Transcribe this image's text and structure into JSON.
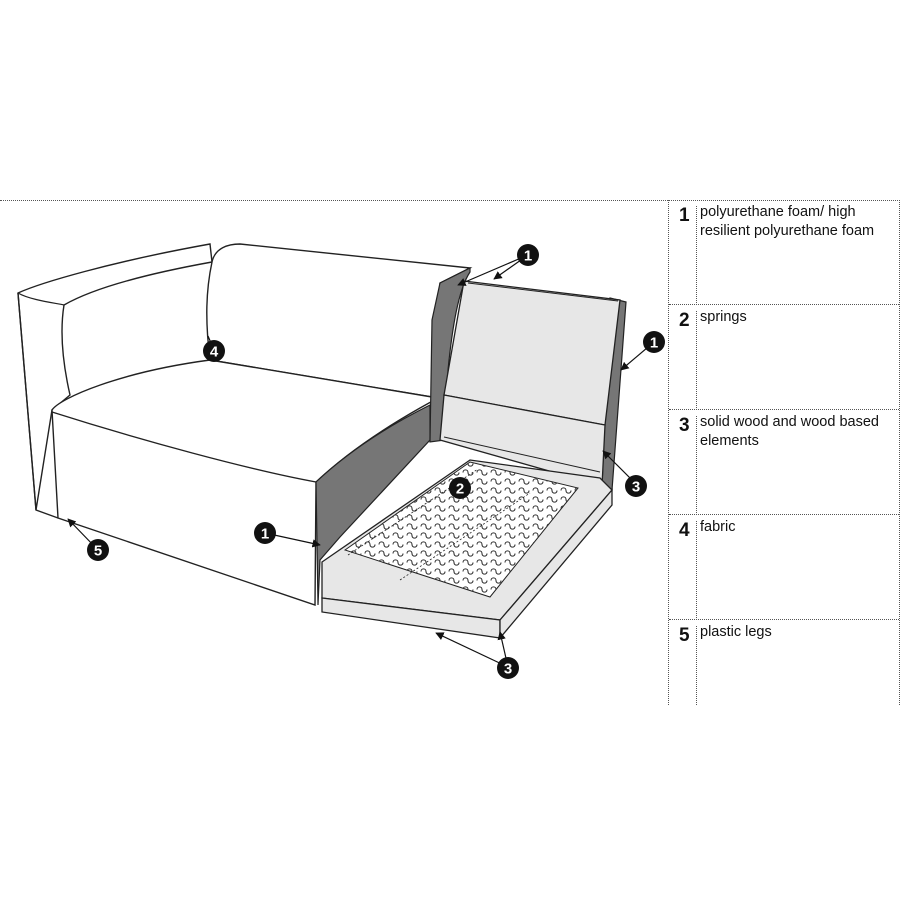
{
  "legend": [
    {
      "number": "1",
      "text": "polyurethane foam/ high resilient polyurethane foam"
    },
    {
      "number": "2",
      "text": "springs"
    },
    {
      "number": "3",
      "text": "solid wood and wood based elements"
    },
    {
      "number": "4",
      "text": "fabric"
    },
    {
      "number": "5",
      "text": "plastic legs"
    }
  ],
  "callouts": {
    "c1_top": "1",
    "c1_right": "1",
    "c1_left": "1",
    "c2": "2",
    "c3_right": "3",
    "c3_bottom": "3",
    "c4": "4",
    "c5": "5"
  },
  "colors": {
    "foam": "#767676",
    "panel": "#e7e7e7",
    "callout": "#111111",
    "line": "#222222"
  }
}
